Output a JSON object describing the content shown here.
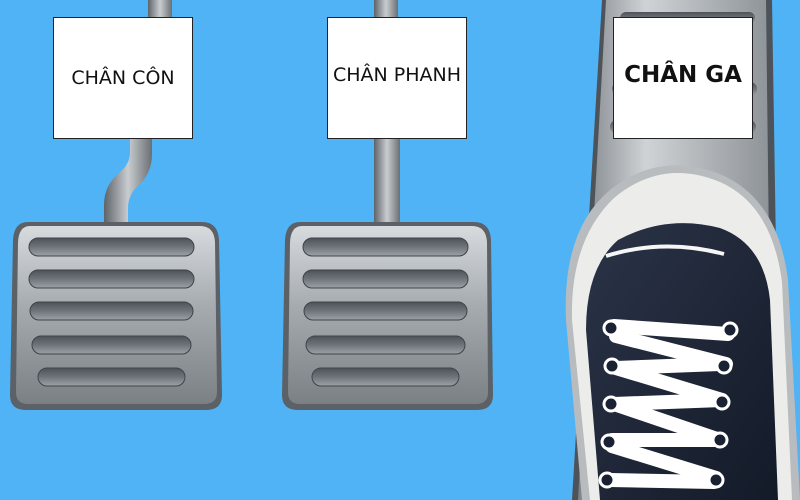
{
  "labels": {
    "clutch": "CHÂN CÔN",
    "brake": "CHÂN PHANH",
    "gas": "CHÂN GA"
  },
  "colors": {
    "background": "#4fb3f6",
    "metal": "#9a9fa4",
    "metal_dark": "#4d5358",
    "shoe": "#1c2436",
    "sole": "#ecedeb",
    "lace": "#ffffff"
  },
  "icons": {
    "clutch": "clutch-pedal-icon",
    "brake": "brake-pedal-icon",
    "gas": "gas-pedal-icon",
    "shoe": "sneaker-icon"
  }
}
